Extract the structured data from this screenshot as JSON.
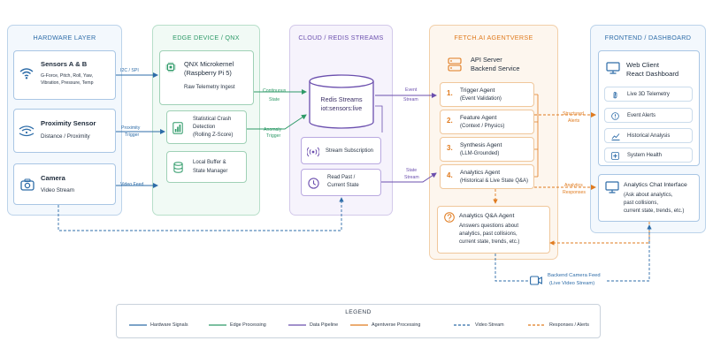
{
  "colors": {
    "hardware": "#2d6ca8",
    "edge": "#2e9a68",
    "cloud": "#6b4fae",
    "agentverse": "#e07b1f",
    "frontend": "#2d6ca8",
    "video": "#2d6ca8"
  },
  "hardware": {
    "title": "HARDWARE LAYER",
    "sensors": {
      "title": "Sensors A & B",
      "subtitle": "G-Force, Pitch, Roll, Yaw, Vibration, Pressure, Temp",
      "icon": "wifi-icon"
    },
    "proximity": {
      "title": "Proximity Sensor",
      "subtitle": "Distance / Proximity",
      "icon": "proximity-wave-icon"
    },
    "camera": {
      "title": "Camera",
      "subtitle": "Video Stream",
      "icon": "camera-icon"
    }
  },
  "edge": {
    "title": "EDGE DEVICE / QNX",
    "kernel": {
      "title_line1": "QNX Microkernel",
      "title_line2": "(Raspberry Pi 5)",
      "subtitle": "Raw Telemetry Ingest",
      "icon": "chip-icon"
    },
    "crash": {
      "line1": "Statistical Crash",
      "line2": "Detection",
      "line3": "(Rolling Z-Score)",
      "icon": "bar-chart-icon"
    },
    "buffer": {
      "line1": "Local Buffer &",
      "line2": "State Manager",
      "icon": "database-icon"
    }
  },
  "cloud": {
    "title": "CLOUD / REDIS STREAMS",
    "redis": {
      "line1": "Redis Streams",
      "line2": "iot:sensors:live",
      "icon": "cylinder-icon"
    },
    "subscription": {
      "label": "Stream Subscription",
      "icon": "broadcast-icon"
    },
    "read": {
      "line1": "Read Past /",
      "line2": "Current State",
      "icon": "clock-icon"
    }
  },
  "agentverse": {
    "title": "FETCH.AI AGENTVERSE",
    "server": {
      "line1": "API Server",
      "line2": "Backend Service",
      "icon": "server-icon"
    },
    "agents": [
      {
        "num": "1.",
        "title": "Trigger Agent",
        "subtitle": "(Event Validation)"
      },
      {
        "num": "2.",
        "title": "Feature Agent",
        "subtitle": "(Context / Physics)"
      },
      {
        "num": "3.",
        "title": "Synthesis Agent",
        "subtitle": "(LLM-Grounded)"
      },
      {
        "num": "4.",
        "title": "Analytics Agent",
        "subtitle": "(Historical & Live State Q&A)"
      }
    ],
    "qa": {
      "title": "Analytics Q&A Agent",
      "lines": [
        "Answers questions about",
        "analytics, past collisions,",
        "current state, trends, etc.)"
      ],
      "icon": "question-icon"
    }
  },
  "frontend": {
    "title": "FRONTEND / DASHBOARD",
    "client": {
      "line1": "Web Client",
      "line2": "React Dashboard",
      "icon": "monitor-icon"
    },
    "items": [
      {
        "label": "Live 3D Telemetry",
        "icon": "hand-icon"
      },
      {
        "label": "Event Alerts",
        "icon": "alert-icon"
      },
      {
        "label": "Historical Analysis",
        "icon": "trend-icon"
      },
      {
        "label": "System Health",
        "icon": "health-icon"
      }
    ],
    "chat": {
      "title": "Analytics Chat Interface",
      "lines": [
        "(Ask about analytics,",
        "past collisions,",
        "current state, trends, etc.)"
      ],
      "icon": "chat-monitor-icon"
    }
  },
  "connectors": {
    "i2c": "I2C / SPI",
    "proximity_trigger": [
      "Proximity",
      "Trigger"
    ],
    "video_feed": "Video Feed",
    "continuous_state": [
      "Continuous",
      "State"
    ],
    "anomaly_trigger": [
      "Anomaly",
      "Trigger"
    ],
    "event_stream": [
      "Event",
      "Stream"
    ],
    "state_stream": [
      "State",
      "Stream"
    ],
    "structured_alerts": [
      "Structured",
      "Alerts"
    ],
    "analytics_responses": [
      "Analytics",
      "Responses"
    ],
    "backend_camera": [
      "Backend Camera Feed",
      "(Live Video Stream)"
    ]
  },
  "legend": {
    "title": "LEGEND",
    "items": [
      {
        "label": "Hardware Signals",
        "style": "solid",
        "color": "#2d6ca8"
      },
      {
        "label": "Edge Processing",
        "style": "solid",
        "color": "#2e9a68"
      },
      {
        "label": "Data Pipeline",
        "style": "solid",
        "color": "#6b4fae"
      },
      {
        "label": "Agentverse Processing",
        "style": "solid",
        "color": "#e07b1f"
      },
      {
        "label": "Video Stream",
        "style": "dashed",
        "color": "#2d6ca8"
      },
      {
        "label": "Responses / Alerts",
        "style": "dashed",
        "color": "#e07b1f"
      }
    ]
  }
}
